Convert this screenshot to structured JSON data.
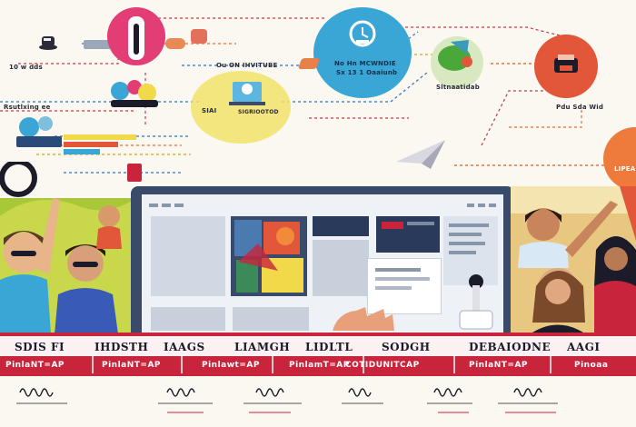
{
  "diagram": {
    "labels": {
      "topleft": "10 w dds",
      "top_center": "Ou ON IHVITUBE",
      "circle_blue": "No Hn MCWNDIE",
      "circle_blue_2": "Sx 13 1 Oaaiunb",
      "circle_green": "Sltnaatidab",
      "circle_orange": "Pdu Sda Wid",
      "circle_orange_right": "LIPEA",
      "yellow_circle": "SIAI",
      "yellow_circle_2": "SIGRIOOTOD",
      "left_mid": "Rsutlxing ee"
    }
  },
  "banner": {
    "headings": [
      "SDIS FI",
      "IHDSTH",
      "IAAGS",
      "LIAMGH",
      "LIDLTL",
      "SODGH",
      "DEBAIODNE",
      "AAGI"
    ],
    "subheadings": [
      "PinlaNT=AP",
      "PinlaNT=AP",
      "Pinlawt=AP",
      "PinlamT=AP",
      "COTIDUNITCAP",
      "PinlaNT=AP",
      "Pinoaa"
    ]
  },
  "colors": {
    "band_red": "#c8243c",
    "band_pink": "#f3dde0",
    "accent_blue": "#3aa6d6",
    "accent_orange": "#e2563a",
    "accent_pink": "#e23d74",
    "accent_yellow": "#f1d94a",
    "monitor_frame": "#3a4a6a"
  }
}
